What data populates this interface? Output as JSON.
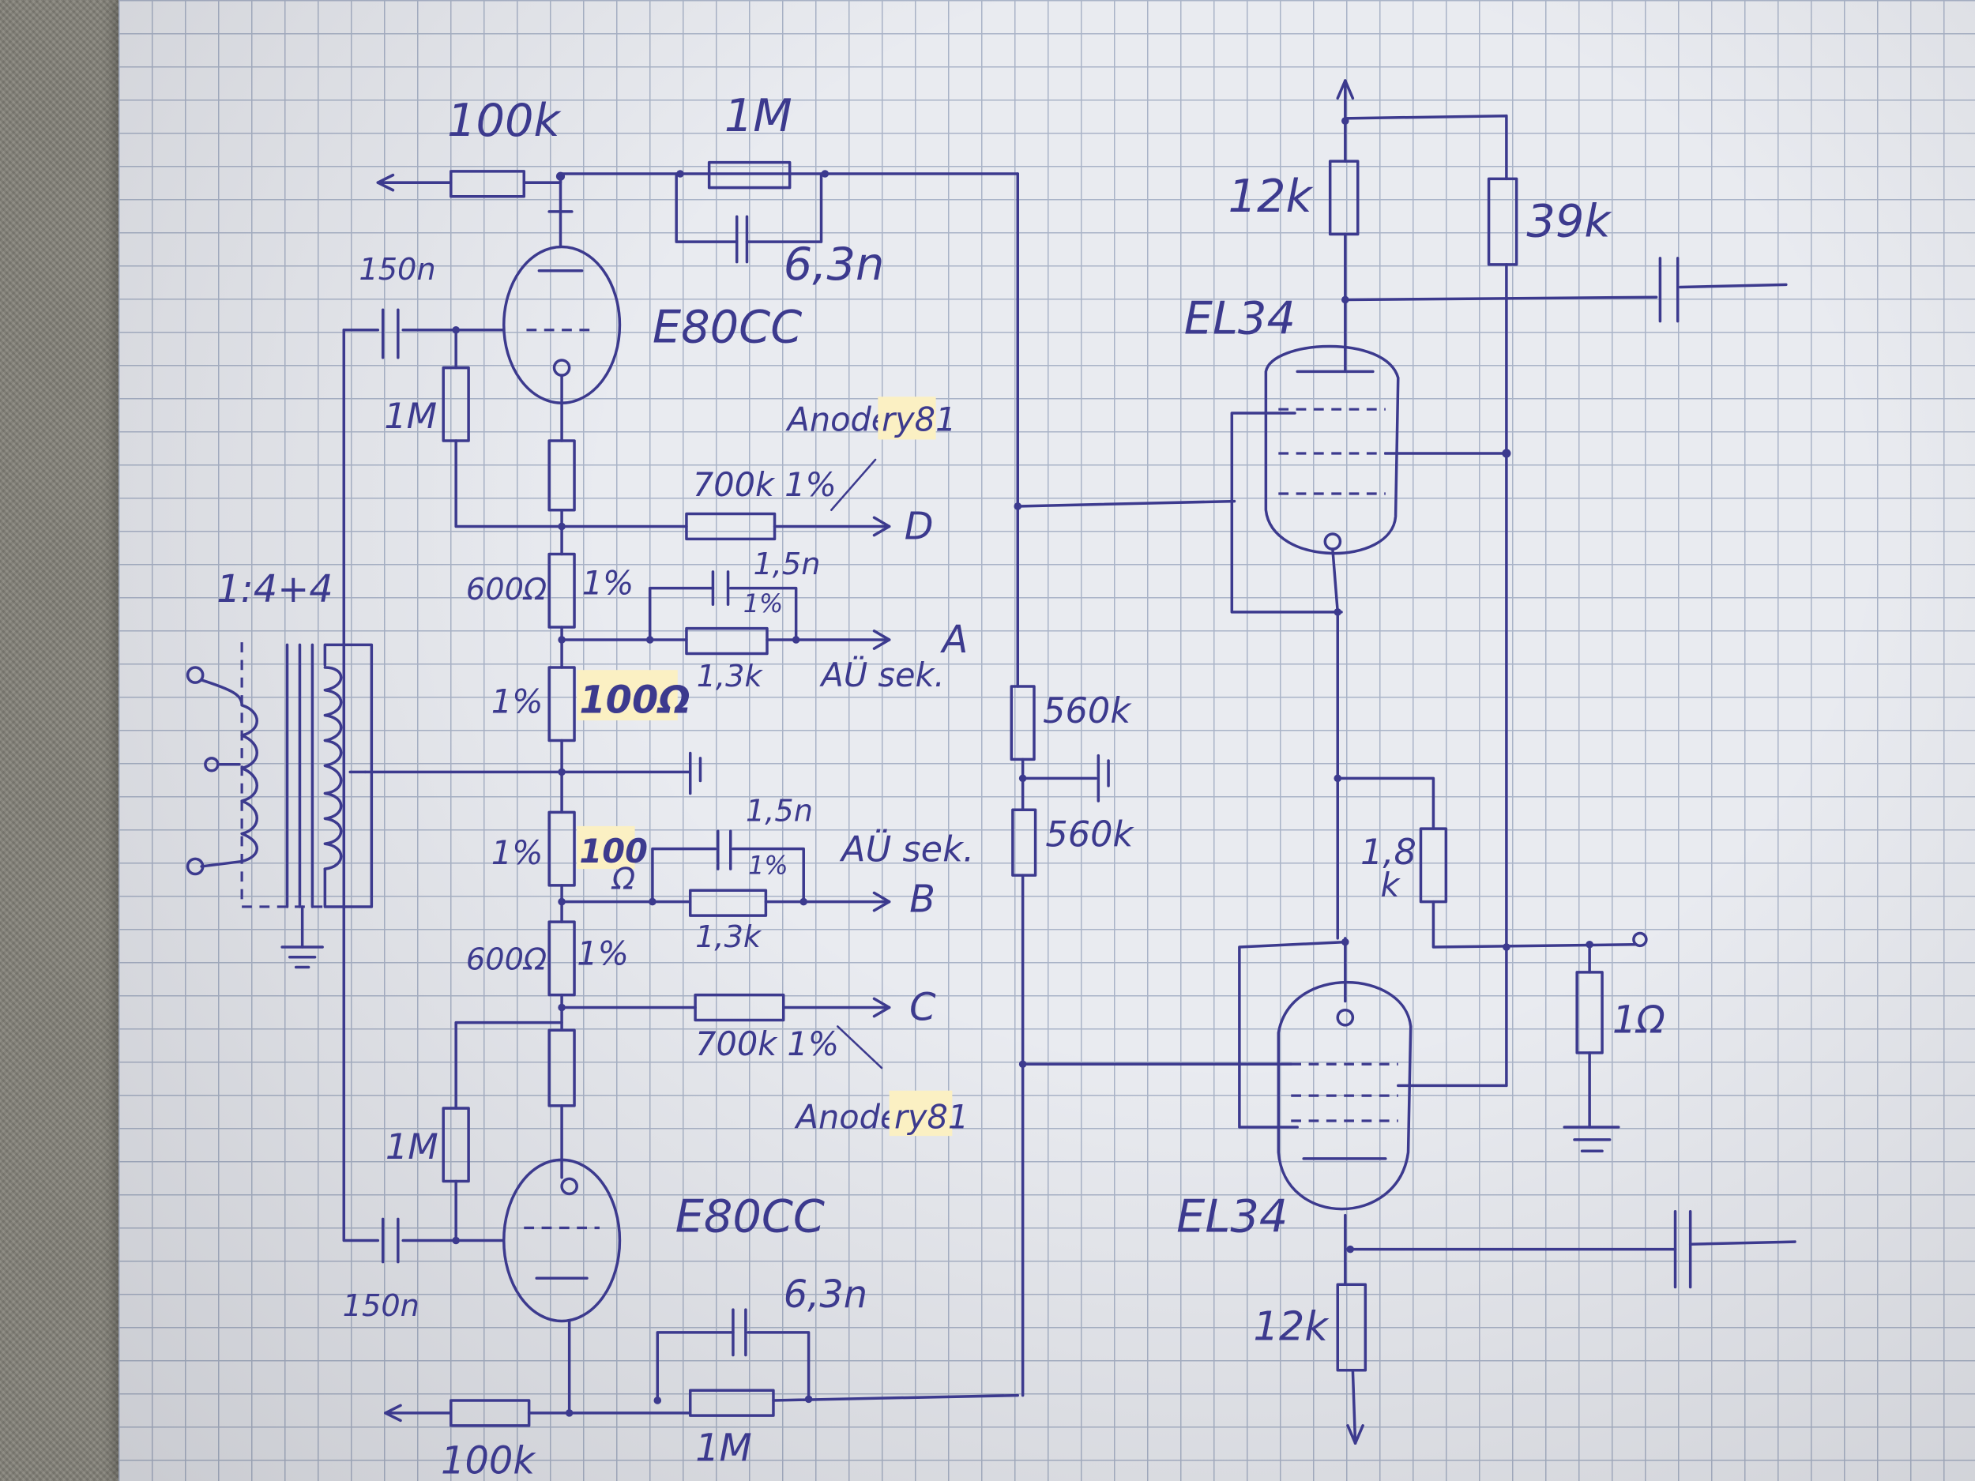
{
  "labels": {
    "r_100k_top": "100k",
    "r_1M_top": "1M",
    "c_150n_top": "150n",
    "c_6_3n_top": "6,3n",
    "tube_top": "E80CC",
    "r_1M_grid_top": "1M",
    "anode_top": "Anode",
    "anode_top_hl": "ry81",
    "r_700k_top": "700k 1%",
    "term_d": "D",
    "r_600_top": "600Ω",
    "r_600_top_tol": "1%",
    "c_1_5n_top": "1,5n",
    "c_1_5n_top_tol": "1%",
    "r_1_3k_top": "1,3k",
    "term_a": "A",
    "au_sek_top": "AÜ sek.",
    "transformer_ratio": "1:4+4",
    "r_100_upper_tol": "1%",
    "r_100_upper": "100Ω",
    "r_100_lower_tol": "1%",
    "r_100_lower": "100",
    "r_100_lower_unit": "Ω",
    "c_1_5n_bot": "1,5n",
    "c_1_5n_bot_tol": "1%",
    "au_sek_bot": "AÜ sek.",
    "r_1_3k_bot": "1,3k",
    "term_b": "B",
    "r_600_bot": "600Ω",
    "r_600_bot_tol": "1%",
    "term_c": "C",
    "r_700k_bot": "700k 1%",
    "anode_bot": "Anode",
    "anode_bot_hl": "ry81",
    "r_1M_grid_bot": "1M",
    "tube_bot": "E80CC",
    "c_150n_bot": "150n",
    "c_6_3n_bot": "6,3n",
    "r_100k_bot": "100k",
    "r_1M_bot": "1M",
    "r_560k_top": "560k",
    "r_560k_bot": "560k",
    "r_12k_top": "12k",
    "r_39k": "39k",
    "el34_top": "EL34",
    "r_1_8k_a": "1,8",
    "r_1_8k_b": "k",
    "r_1ohm": "1Ω",
    "el34_bot": "EL34",
    "r_12k_bot": "12k"
  },
  "ink_color": "#3c3a8e",
  "paper_color": "#e9ebf0",
  "grid_color": "#a9b3c7"
}
